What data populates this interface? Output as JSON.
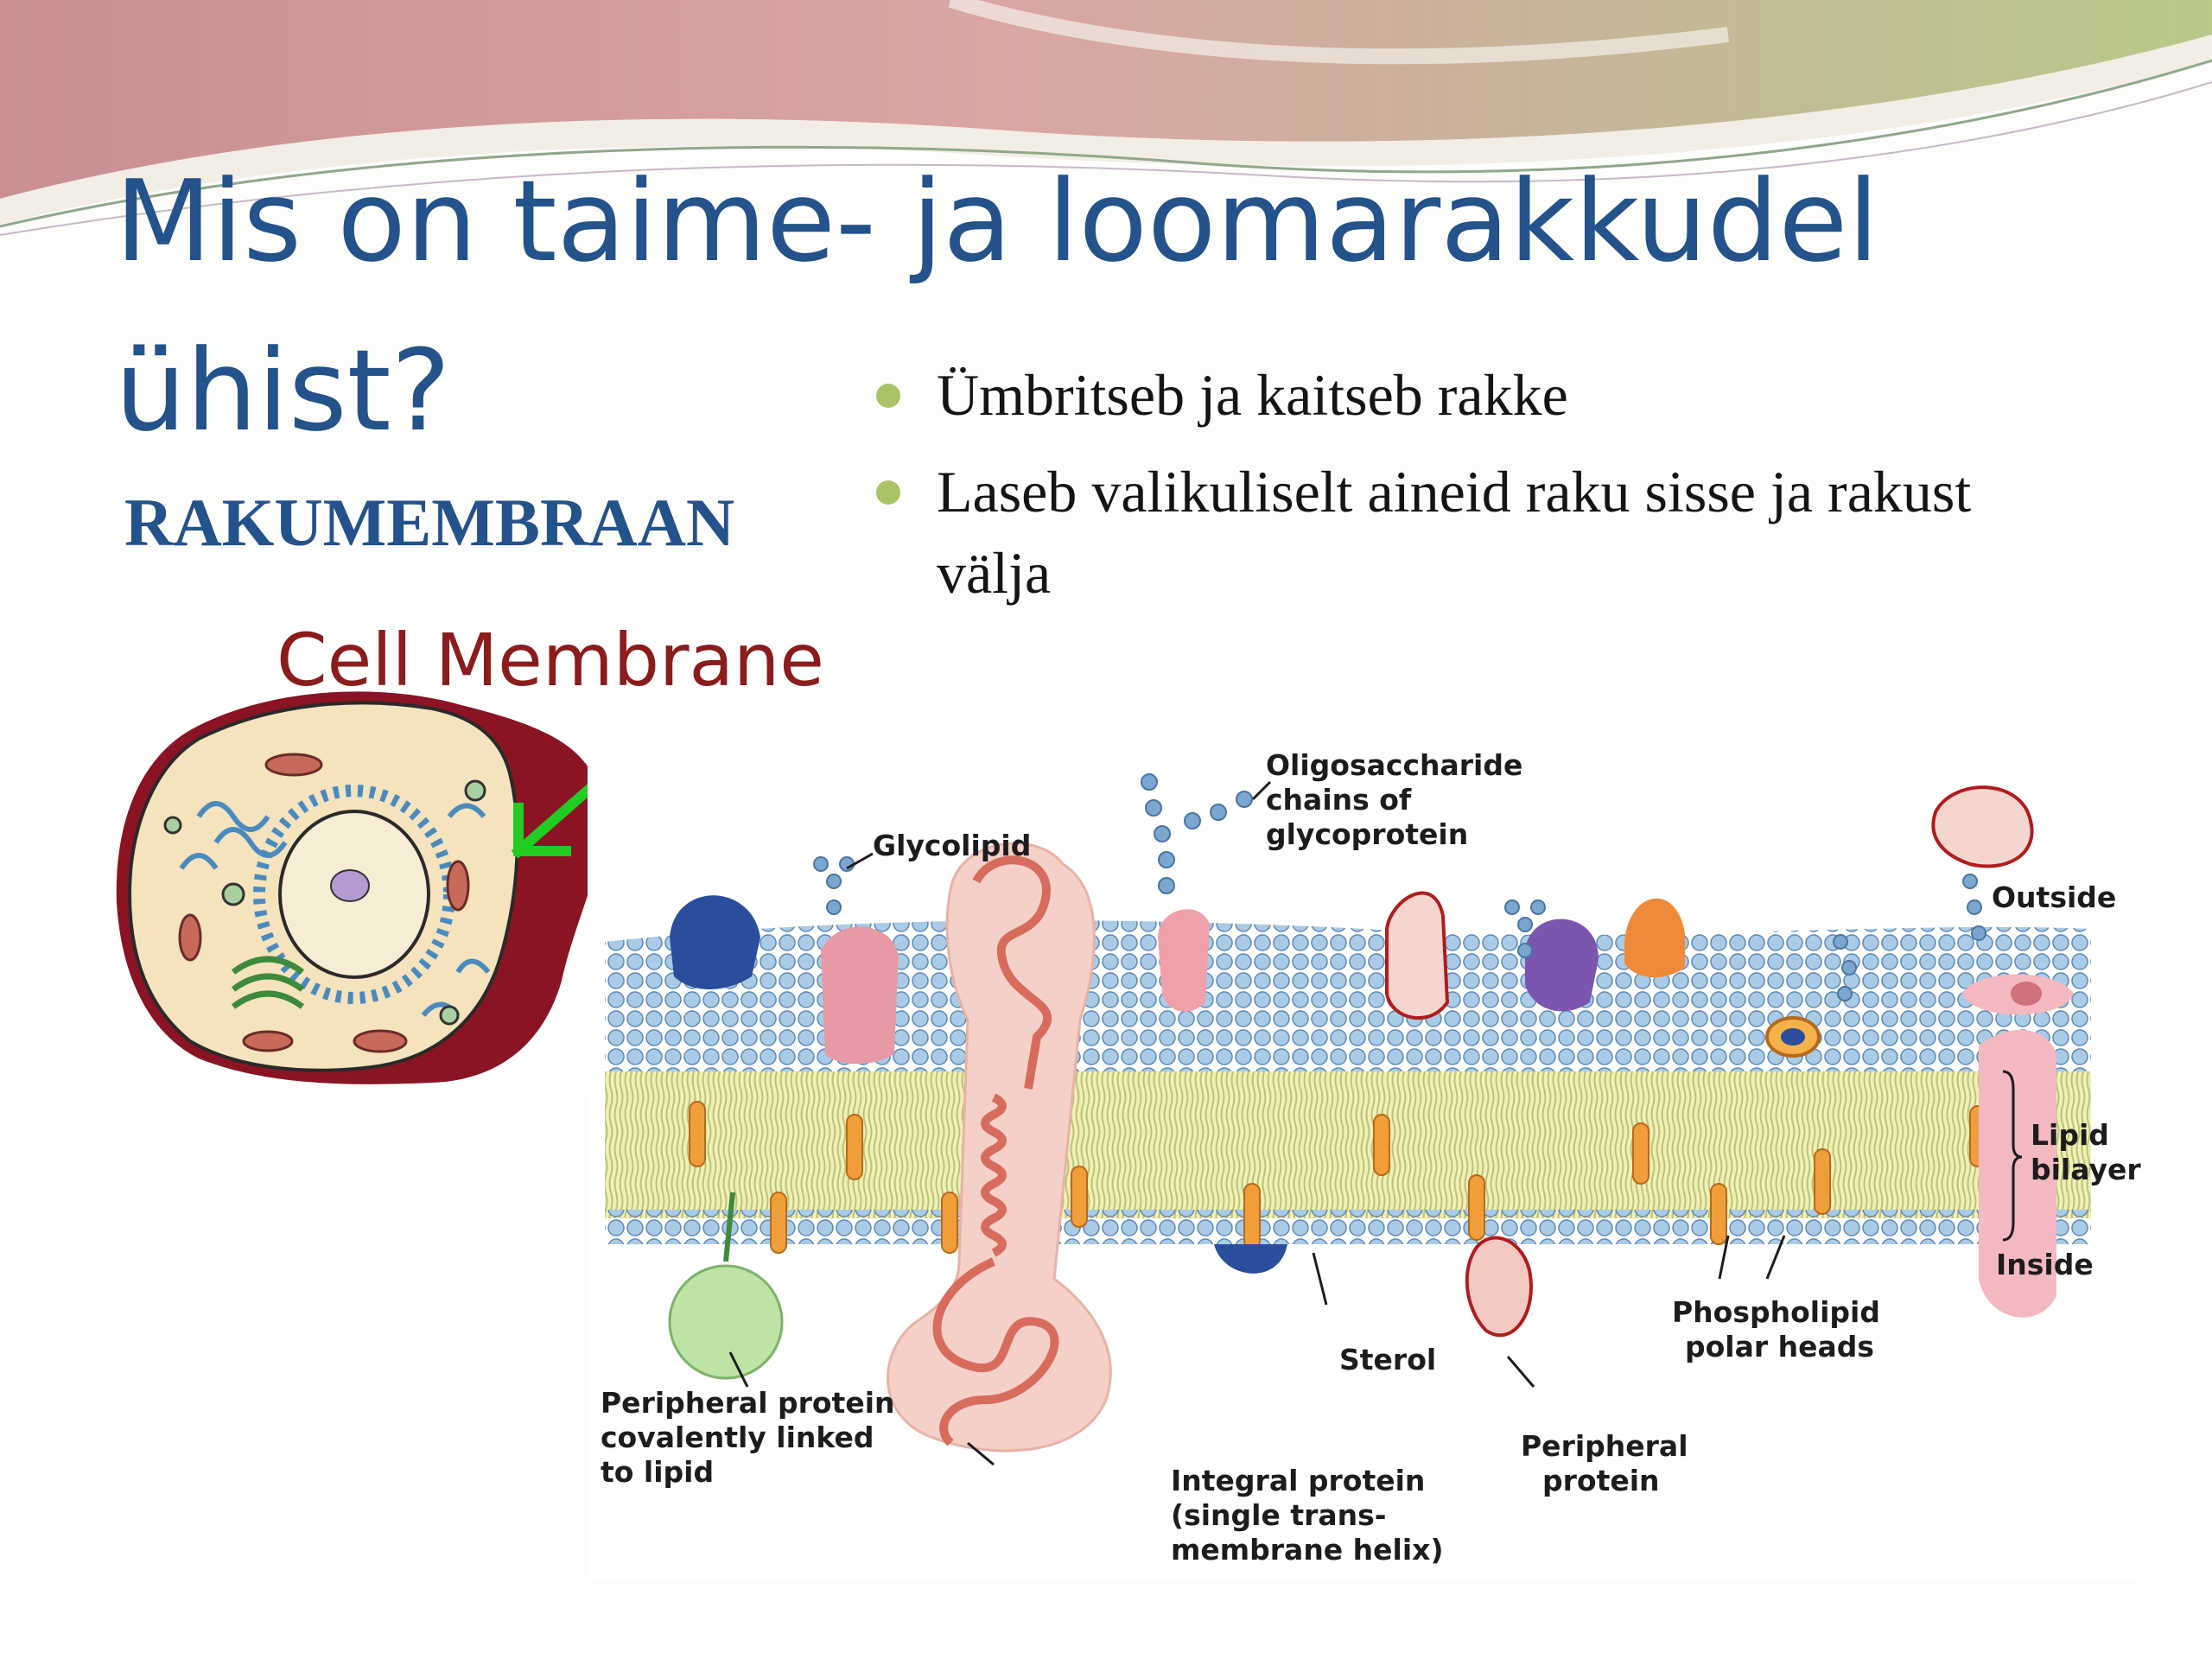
{
  "slide": {
    "title": "Mis on taime- ja loomarakkudel ühist?",
    "subtitle": "RAKUMEMBRAAN",
    "bullets": [
      "Ümbritseb ja kaitseb rakke",
      "Laseb valikuliselt aineid raku sisse ja rakust välja"
    ],
    "colors": {
      "title": "#24528a",
      "bullet_dot": "#a8c464",
      "cell_membrane": "#8a1424",
      "arrow": "#22cc22"
    }
  },
  "cell_figure": {
    "title": "Cell Membrane"
  },
  "membrane_figure": {
    "labels": {
      "oligo_1": "Oligosaccharide",
      "oligo_2": "chains of",
      "oligo_3": "glycoprotein",
      "glycolipid": "Glycolipid",
      "outside": "Outside",
      "lipid_1": "Lipid",
      "lipid_2": "bilayer",
      "inside": "Inside",
      "phospho_1": "Phospholipid",
      "phospho_2": "polar heads",
      "sterol": "Sterol",
      "periph_cov_1": "Peripheral protein",
      "periph_cov_2": "covalently linked",
      "periph_cov_3": "to lipid",
      "integral_1": "Integral protein",
      "integral_2": "(single trans-",
      "integral_3": "membrane helix)",
      "periph_1": "Peripheral",
      "periph_2": "protein"
    }
  }
}
